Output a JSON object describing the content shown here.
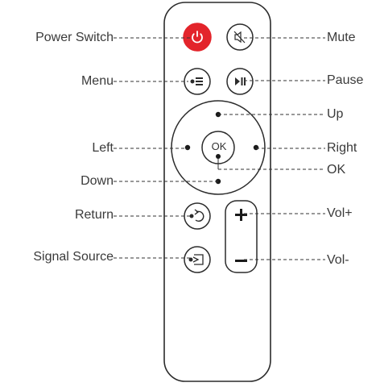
{
  "title": "Remote control button layout",
  "colors": {
    "power_button": "#e3242b",
    "outline": "#2b2b2b",
    "leader_line": "#333333"
  },
  "labels_left": {
    "power": "Power Switch",
    "menu": "Menu",
    "left": "Left",
    "down": "Down",
    "return": "Return",
    "source": "Signal Source"
  },
  "labels_right": {
    "mute": "Mute",
    "pause": "Pause",
    "up": "Up",
    "right": "Right",
    "ok": "OK",
    "vol_up": "Vol+",
    "vol_down": "Vol-"
  },
  "buttons": {
    "ok_text": "OK"
  },
  "icons": {
    "power": "power-icon",
    "mute": "mute-speaker-icon",
    "menu": "menu-list-icon",
    "pause": "play-pause-icon",
    "return": "return-arrow-icon",
    "source": "signal-source-icon",
    "vol_up": "plus-icon",
    "vol_down": "minus-icon"
  }
}
